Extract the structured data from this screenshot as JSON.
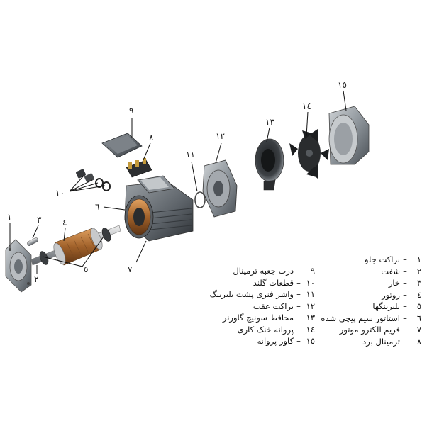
{
  "callouts": [
    "١",
    "٢",
    "٣",
    "٤",
    "٥",
    "٦",
    "٧",
    "٨",
    "٩",
    "١٠",
    "١١",
    "١٢",
    "١٣",
    "١٤",
    "١٥"
  ],
  "legend_right": [
    {
      "num": "١",
      "sep": "–",
      "label": "براکت جلو"
    },
    {
      "num": "٢",
      "sep": "–",
      "label": "شفت"
    },
    {
      "num": "٣",
      "sep": "–",
      "label": "خار"
    },
    {
      "num": "٤",
      "sep": "–",
      "label": "روتور"
    },
    {
      "num": "٥",
      "sep": "–",
      "label": "بلبرینگها"
    },
    {
      "num": "٦",
      "sep": "–",
      "label": "استاتور سیم پیچی شده"
    },
    {
      "num": "٧",
      "sep": "–",
      "label": "فریم الکترو موتور"
    },
    {
      "num": "٨",
      "sep": "–",
      "label": "ترمینال برد"
    }
  ],
  "legend_left": [
    {
      "num": "٩",
      "sep": "–",
      "label": "درب جعبه ترمینال"
    },
    {
      "num": "١٠",
      "sep": "–",
      "label": "قطعات گلند"
    },
    {
      "num": "١١",
      "sep": "–",
      "label": "واشر فنری پشت بلبرینگ"
    },
    {
      "num": "١٢",
      "sep": "–",
      "label": "براکت عقب"
    },
    {
      "num": "١٣",
      "sep": "–",
      "label": "محافظ سونیچ گاورنر"
    },
    {
      "num": "١٤",
      "sep": "–",
      "label": "پروانه خنک کاری"
    },
    {
      "num": "١٥",
      "sep": "–",
      "label": "کاور پروانه"
    }
  ]
}
